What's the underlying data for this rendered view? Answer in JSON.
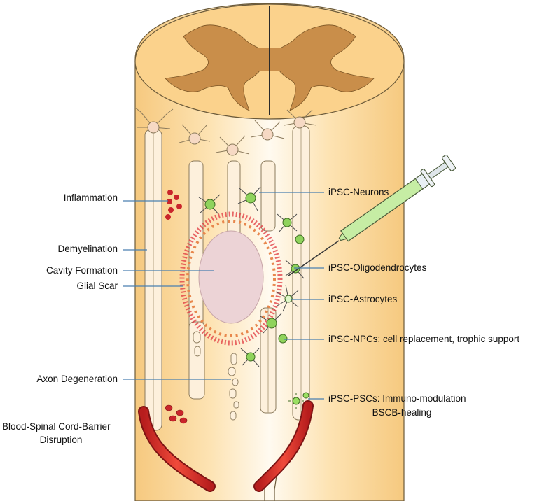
{
  "left_labels": {
    "inflammation": "Inflammation",
    "demyelination": "Demyelination",
    "cavity_formation": "Cavity Formation",
    "glial_scar": "Glial Scar",
    "axon_degeneration": "Axon Degeneration",
    "bscb_disruption_line1": "Blood-Spinal Cord-Barrier",
    "bscb_disruption_line2": "Disruption"
  },
  "right_labels": {
    "ipsc_neurons": "iPSC-Neurons",
    "ipsc_oligodendrocytes": "iPSC-Oligodendrocytes",
    "ipsc_astrocytes": "iPSC-Astrocytes",
    "ipsc_npcs": "iPSC-NPCs: cell replacement, trophic support",
    "ipsc_pscs_line1": "iPSC-PSCs: Immuno-modulation",
    "ipsc_pscs_line2": "BSCB-healing"
  },
  "colors": {
    "cord_fill": "#fbd79a",
    "cord_center": "#fff6e6",
    "cord_outline": "#6b5a3a",
    "grey_matter": "#c98e4a",
    "cavity": "#ecd3d6",
    "scar_red": "#e0383f",
    "blood_vessel": "#d9342b",
    "rbc": "#c9252b",
    "ipsc_green": "#8fd35c",
    "neuron_body": "#f6d9c4",
    "leader_line": "#4a7fb0",
    "syringe_fluid": "#c6eda4"
  }
}
